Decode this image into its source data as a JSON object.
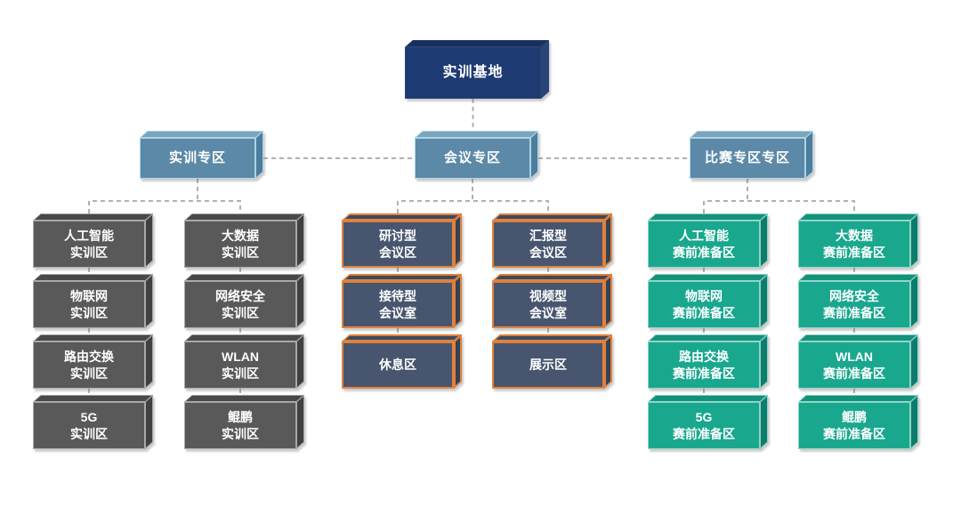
{
  "connector_color": "#b0b0b0",
  "themes": {
    "navy": {
      "front": "#1e3a72",
      "top": "#1a2f5e",
      "side": "#2b4478",
      "edge": "#294274"
    },
    "steel": {
      "front": "#5d89a8",
      "top": "#7aa5bd",
      "side": "#4d7d9d",
      "edge": "#a9d6e8"
    },
    "gray": {
      "front": "#595959",
      "top": "#484848",
      "side": "#404040",
      "edge": "#a8a8a8"
    },
    "slate": {
      "front": "#47566e",
      "top": "#3b4a60",
      "side": "#344257",
      "edge": "#e0813c"
    },
    "teal": {
      "front": "#19a78e",
      "top": "#14917b",
      "side": "#0e7c6a",
      "edge": "#8fd6c8"
    }
  },
  "nodes": {
    "root": {
      "lines": [
        "实训基地"
      ]
    },
    "branches": [
      {
        "lines": [
          "实训专区"
        ]
      },
      {
        "lines": [
          "会议专区"
        ]
      },
      {
        "lines": [
          "比赛专区专区"
        ]
      }
    ],
    "training": {
      "col1": [
        {
          "lines": [
            "人工智能",
            "实训区"
          ]
        },
        {
          "lines": [
            "物联网",
            "实训区"
          ]
        },
        {
          "lines": [
            "路由交换",
            "实训区"
          ]
        },
        {
          "lines": [
            "5G",
            "实训区"
          ]
        }
      ],
      "col2": [
        {
          "lines": [
            "大数据",
            "实训区"
          ]
        },
        {
          "lines": [
            "网络安全",
            "实训区"
          ]
        },
        {
          "lines": [
            "WLAN",
            "实训区"
          ]
        },
        {
          "lines": [
            "鲲鹏",
            "实训区"
          ]
        }
      ]
    },
    "meeting": {
      "col1": [
        {
          "lines": [
            "研讨型",
            "会议区"
          ]
        },
        {
          "lines": [
            "接待型",
            "会议室"
          ]
        },
        {
          "lines": [
            "休息区"
          ]
        }
      ],
      "col2": [
        {
          "lines": [
            "汇报型",
            "会议区"
          ]
        },
        {
          "lines": [
            "视频型",
            "会议室"
          ]
        },
        {
          "lines": [
            "展示区"
          ]
        }
      ]
    },
    "competition": {
      "col1": [
        {
          "lines": [
            "人工智能",
            "赛前准备区"
          ]
        },
        {
          "lines": [
            "物联网",
            "赛前准备区"
          ]
        },
        {
          "lines": [
            "路由交换",
            "赛前准备区"
          ]
        },
        {
          "lines": [
            "5G",
            "赛前准备区"
          ]
        }
      ],
      "col2": [
        {
          "lines": [
            "大数据",
            "赛前准备区"
          ]
        },
        {
          "lines": [
            "网络安全",
            "赛前准备区"
          ]
        },
        {
          "lines": [
            "WLAN",
            "赛前准备区"
          ]
        },
        {
          "lines": [
            "鲲鹏",
            "赛前准备区"
          ]
        }
      ]
    }
  }
}
